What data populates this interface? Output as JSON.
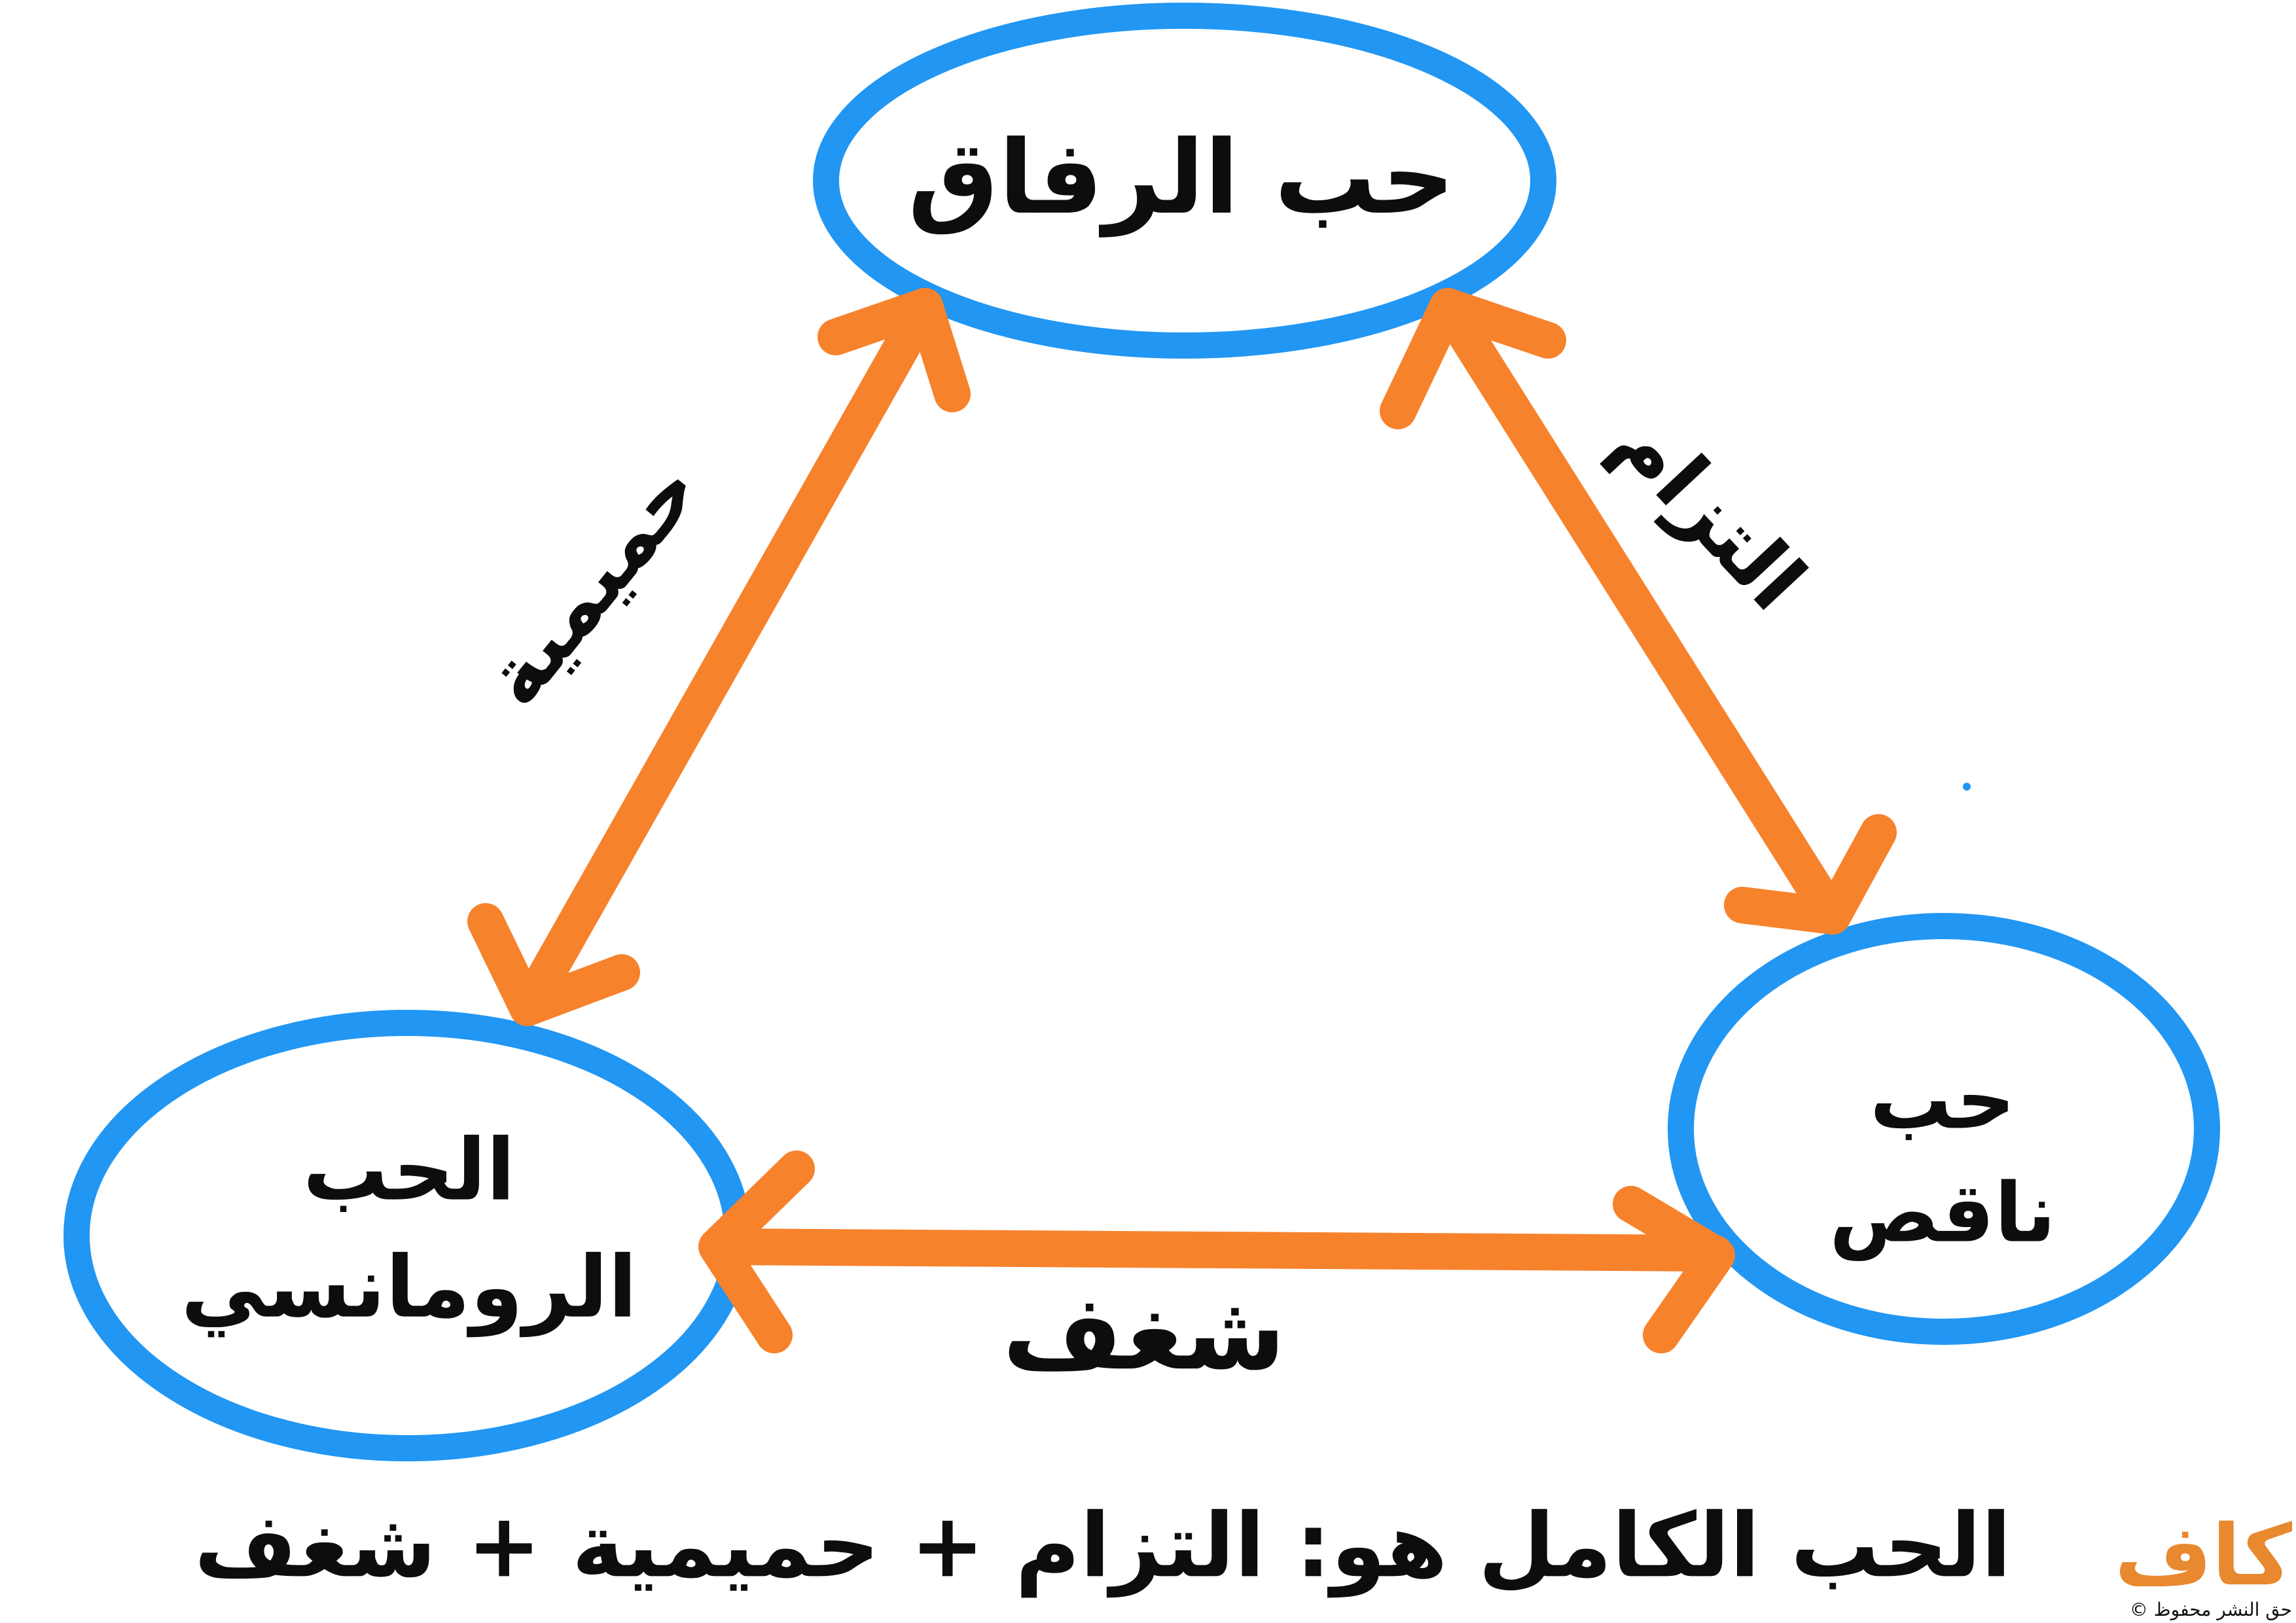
{
  "diagram": {
    "nodes": {
      "companionate": {
        "label": "حب الرفاق"
      },
      "romantic": {
        "label": "الحب الرومانسي"
      },
      "deficient": {
        "label": "حب ناقص"
      }
    },
    "edges": {
      "intimacy": {
        "label": "حميمية"
      },
      "commitment": {
        "label": "التزام"
      },
      "passion": {
        "label": "شغف"
      }
    },
    "caption": "الحب الكامل هو: التزام + حميمية + شغف"
  },
  "branding": {
    "logo": "كاف",
    "copyright": "حق النشر محفوظ ©"
  },
  "colors": {
    "node_stroke": "#2196f3",
    "arrow": "#f7822c",
    "text": "#0d0d0d",
    "logo": "#e8882f"
  }
}
